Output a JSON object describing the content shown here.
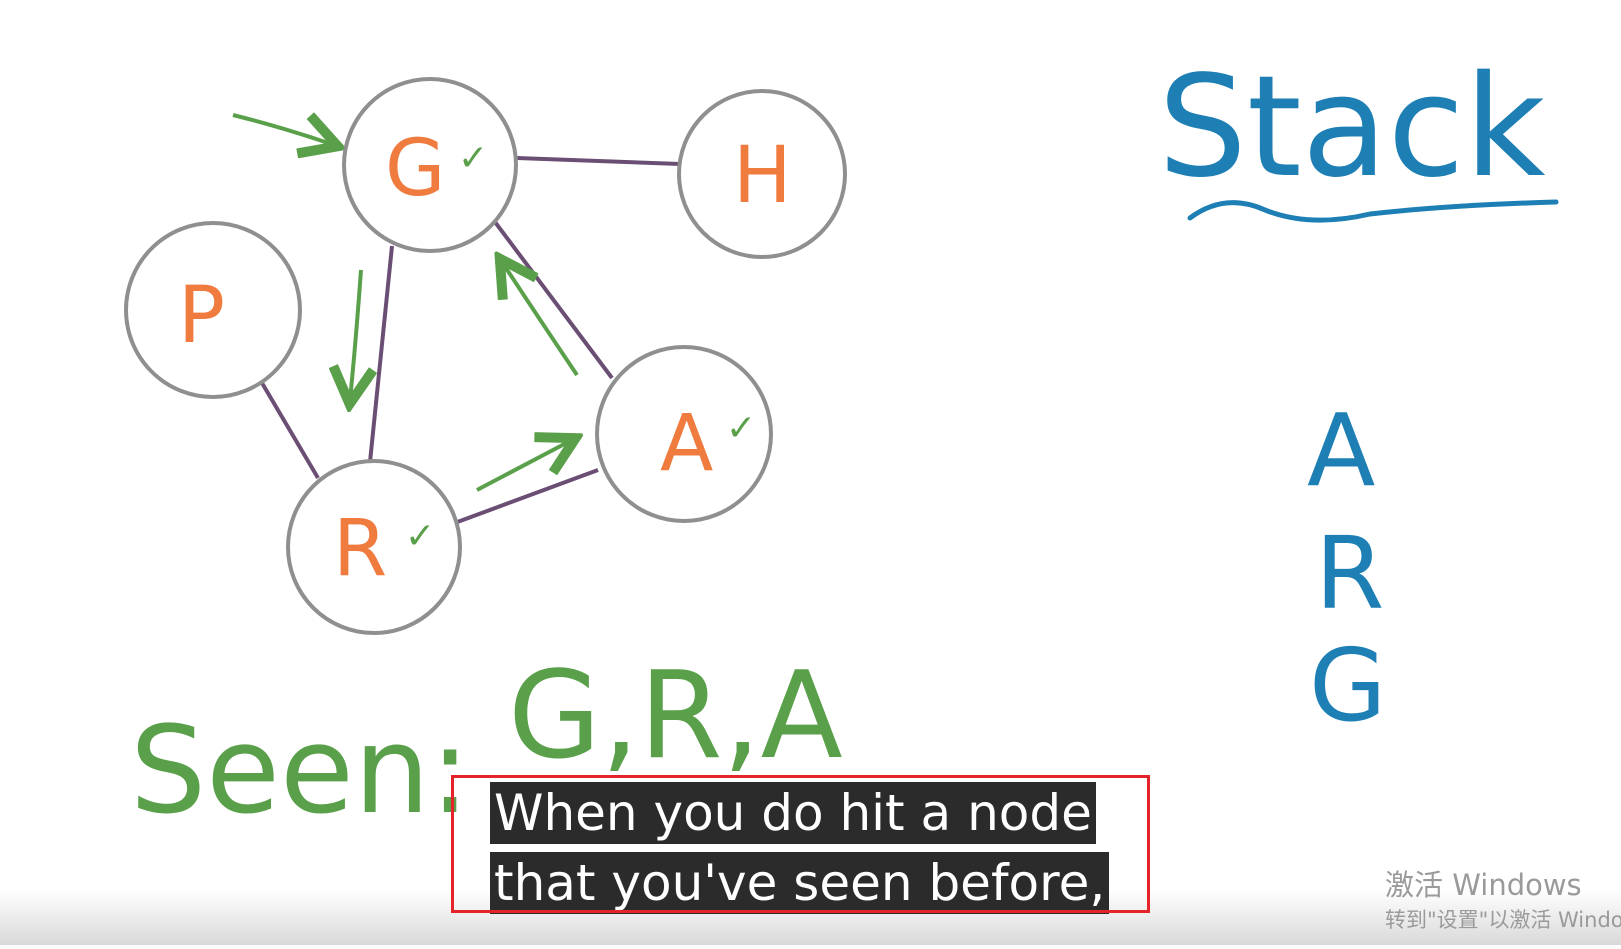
{
  "graph": {
    "nodes": [
      {
        "id": "G",
        "label": "G",
        "checked": true
      },
      {
        "id": "H",
        "label": "H",
        "checked": false
      },
      {
        "id": "P",
        "label": "P",
        "checked": false
      },
      {
        "id": "A",
        "label": "A",
        "checked": true
      },
      {
        "id": "R",
        "label": "R",
        "checked": true
      }
    ],
    "edges": [
      [
        "G",
        "H"
      ],
      [
        "G",
        "R"
      ],
      [
        "G",
        "A"
      ],
      [
        "P",
        "R"
      ],
      [
        "R",
        "A"
      ]
    ],
    "traversal": [
      "G",
      "R",
      "A",
      "G"
    ],
    "check_mark": "✓"
  },
  "seen": {
    "label": "Seen:",
    "list": "G,R,A"
  },
  "stack": {
    "title": "Stack",
    "items": [
      "A",
      "R",
      "G"
    ]
  },
  "caption": {
    "line1": "When you do hit a node",
    "line2": "that you've seen before,"
  },
  "watermark": {
    "line1": "激活 Windows",
    "line2": "转到\"设置\"以激活 Windows。"
  },
  "colors": {
    "node_border": "#8f8f8f",
    "edge": "#6b4e73",
    "node_label": "#f07b3f",
    "arrow": "#5aa04a",
    "stack": "#1e7fb5",
    "caption_highlight": "#e4232a"
  }
}
